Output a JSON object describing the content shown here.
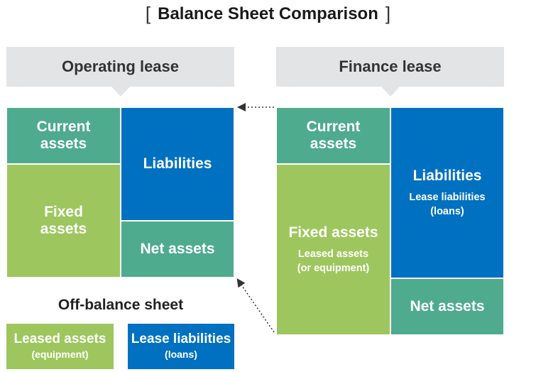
{
  "title": "Balance Sheet Comparison",
  "colors": {
    "teal": "#4fab8d",
    "green": "#9dc75e",
    "blue": "#0071c1",
    "header_bg": "#e2e4e6"
  },
  "operating_lease": {
    "header": "Operating lease",
    "current_assets": [
      "Current",
      "assets"
    ],
    "fixed_assets": [
      "Fixed",
      "assets"
    ],
    "liabilities": "Liabilities",
    "net_assets": "Net assets"
  },
  "finance_lease": {
    "header": "Finance lease",
    "current_assets": [
      "Current",
      "assets"
    ],
    "fixed_assets": "Fixed assets",
    "fixed_assets_sub": [
      "Leased assets",
      "(or equipment)"
    ],
    "liabilities": "Liabilities",
    "liabilities_sub": [
      "Lease liabilities",
      "(loans)"
    ],
    "net_assets": "Net assets"
  },
  "off_balance": {
    "title": "Off-balance sheet",
    "leased_assets": "Leased assets",
    "leased_assets_sub": "(equipment)",
    "lease_liabilities": "Lease liabilities",
    "lease_liabilities_sub": "(loans)"
  }
}
